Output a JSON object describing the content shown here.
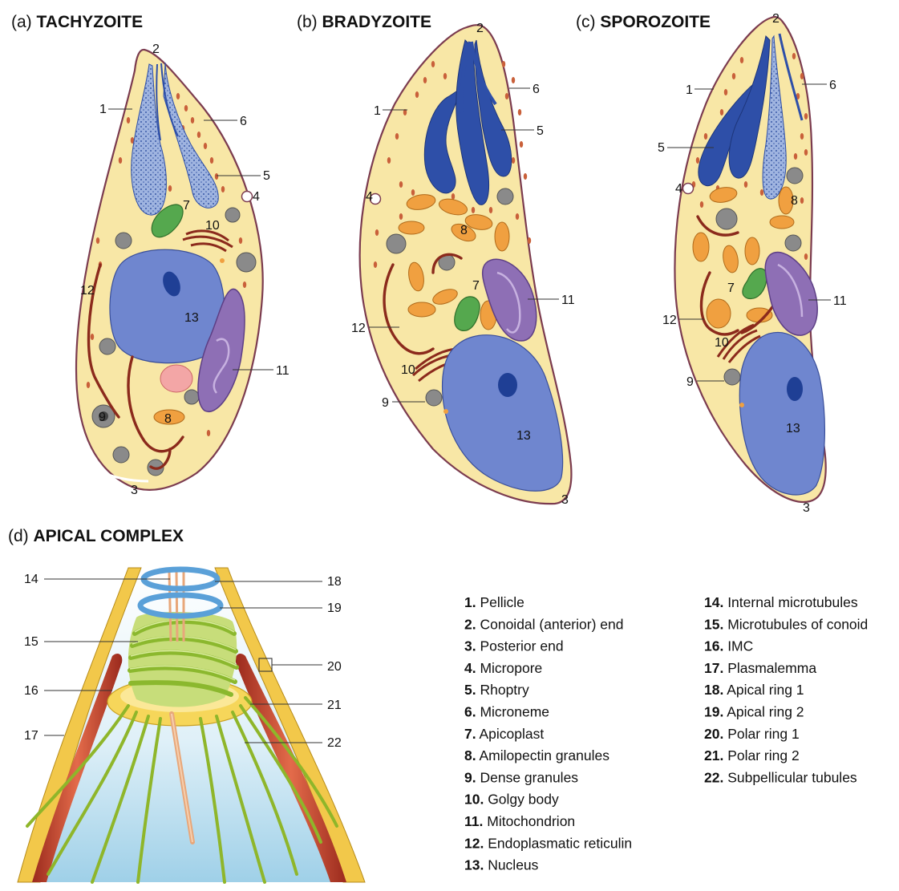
{
  "panels": {
    "a": {
      "letter": "(a)",
      "title": "TACHYZOITE"
    },
    "b": {
      "letter": "(b)",
      "title": "BRADYZOITE"
    },
    "c": {
      "letter": "(c)",
      "title": "SPOROZOITE"
    },
    "d": {
      "letter": "(d)",
      "title": "APICAL COMPLEX"
    }
  },
  "labels": {
    "a": {
      "n1": "1",
      "n2": "2",
      "n3": "3",
      "n4": "4",
      "n5": "5",
      "n6": "6",
      "n7": "7",
      "n8": "8",
      "n9": "9",
      "n10": "10",
      "n11": "11",
      "n12": "12",
      "n13": "13"
    },
    "b": {
      "n1": "1",
      "n2": "2",
      "n3": "3",
      "n4": "4",
      "n5": "5",
      "n6": "6",
      "n7": "7",
      "n8": "8",
      "n9": "9",
      "n10": "10",
      "n11": "11",
      "n12": "12",
      "n13": "13"
    },
    "c": {
      "n1": "1",
      "n2": "2",
      "n3": "3",
      "n4": "4",
      "n5": "5",
      "n6": "6",
      "n7": "7",
      "n8": "8",
      "n9": "9",
      "n10": "10",
      "n11": "11",
      "n12": "12",
      "n13": "13"
    },
    "d": {
      "n14": "14",
      "n15": "15",
      "n16": "16",
      "n17": "17",
      "n18": "18",
      "n19": "19",
      "n20": "20",
      "n21": "21",
      "n22": "22"
    }
  },
  "legend": [
    {
      "num": "1.",
      "text": "Pellicle"
    },
    {
      "num": "2.",
      "text": "Conoidal (anterior) end"
    },
    {
      "num": "3.",
      "text": "Posterior end"
    },
    {
      "num": "4.",
      "text": "Micropore"
    },
    {
      "num": "5.",
      "text": "Rhoptry"
    },
    {
      "num": "6.",
      "text": "Microneme"
    },
    {
      "num": "7.",
      "text": "Apicoplast"
    },
    {
      "num": "8.",
      "text": "Amilopectin granules"
    },
    {
      "num": "9.",
      "text": "Dense granules"
    },
    {
      "num": "10.",
      "text": "Golgy body"
    },
    {
      "num": "11.",
      "text": "Mitochondrion"
    },
    {
      "num": "12.",
      "text": "Endoplasmatic reticulin"
    },
    {
      "num": "13.",
      "text": "Nucleus"
    },
    {
      "num": "14.",
      "text": "Internal microtubules"
    },
    {
      "num": "15.",
      "text": "Microtubules of conoid"
    },
    {
      "num": "16.",
      "text": "IMC"
    },
    {
      "num": "17.",
      "text": "Plasmalemma"
    },
    {
      "num": "18.",
      "text": "Apical ring 1"
    },
    {
      "num": "19.",
      "text": "Apical ring 2"
    },
    {
      "num": "20.",
      "text": "Polar ring 1"
    },
    {
      "num": "21.",
      "text": "Polar ring 2"
    },
    {
      "num": "22.",
      "text": "Subpellicular tubules"
    }
  ],
  "colors": {
    "cytoplasm": "#f8e7a6",
    "pellicle": "#7b3b4f",
    "rhoptry_light": "#8aa3d6",
    "rhoptry_dark": "#2e4fa8",
    "nucleus": "#6f86cf",
    "nucleolus": "#1f3f95",
    "apicoplast": "#55a84e",
    "golgi": "#8b2a1c",
    "mitochondrion": "#8e6fb5",
    "amylopectin": "#f0a040",
    "dense_granule": "#8a8a8a",
    "microneme": "#c9603a",
    "apical_ring": "#5aa0d8",
    "conoid": "#9cc43a"
  }
}
